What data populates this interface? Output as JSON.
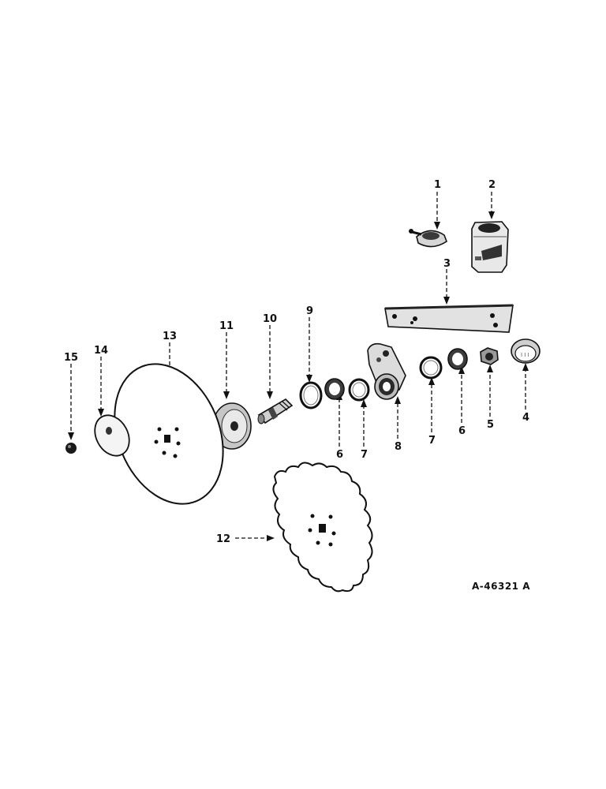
{
  "figure": {
    "reference": "A-46321 A"
  },
  "parts": [
    {
      "id": "1",
      "label": "1",
      "icon": "bearing-cap-icon"
    },
    {
      "id": "2",
      "label": "2",
      "icon": "clamp-block-icon"
    },
    {
      "id": "3",
      "label": "3",
      "icon": "bar-plate-icon"
    },
    {
      "id": "4",
      "label": "4",
      "icon": "dust-cap-icon"
    },
    {
      "id": "5",
      "label": "5",
      "icon": "nut-icon"
    },
    {
      "id": "6a",
      "label": "6",
      "icon": "bearing-icon"
    },
    {
      "id": "6b",
      "label": "6",
      "icon": "bearing-icon"
    },
    {
      "id": "7a",
      "label": "7",
      "icon": "ring-icon"
    },
    {
      "id": "7b",
      "label": "7",
      "icon": "ring-icon"
    },
    {
      "id": "8",
      "label": "8",
      "icon": "bearing-housing-icon"
    },
    {
      "id": "9",
      "label": "9",
      "icon": "ring-icon"
    },
    {
      "id": "10",
      "label": "10",
      "icon": "spindle-icon"
    },
    {
      "id": "11",
      "label": "11",
      "icon": "hub-icon"
    },
    {
      "id": "12",
      "label": "12",
      "icon": "notched-disc-icon"
    },
    {
      "id": "13",
      "label": "13",
      "icon": "plain-disc-icon"
    },
    {
      "id": "14",
      "label": "14",
      "icon": "washer-icon"
    },
    {
      "id": "15",
      "label": "15",
      "icon": "nut-icon"
    }
  ]
}
